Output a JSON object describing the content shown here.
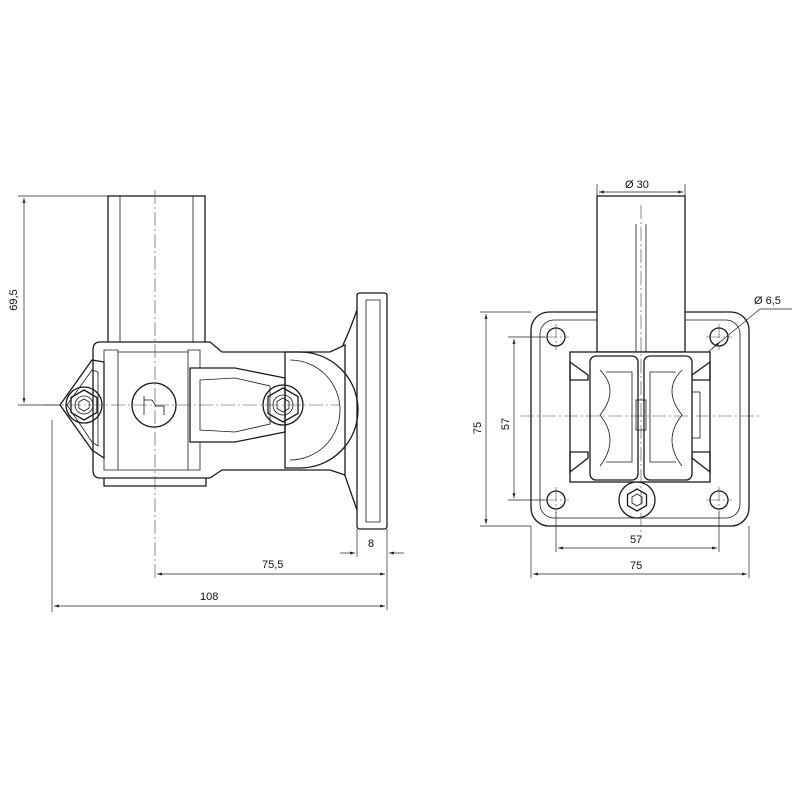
{
  "side_view": {
    "dim_height": "69,5",
    "dim_plate": "8",
    "dim_axis": "75,5",
    "dim_total": "108"
  },
  "front_view": {
    "dim_tube_diameter": "Ø 30",
    "dim_hole_diameter": "Ø 6,5",
    "dim_outer_height": "75",
    "dim_hole_spacing_v": "57",
    "dim_hole_spacing_h": "57",
    "dim_outer_width": "75"
  }
}
